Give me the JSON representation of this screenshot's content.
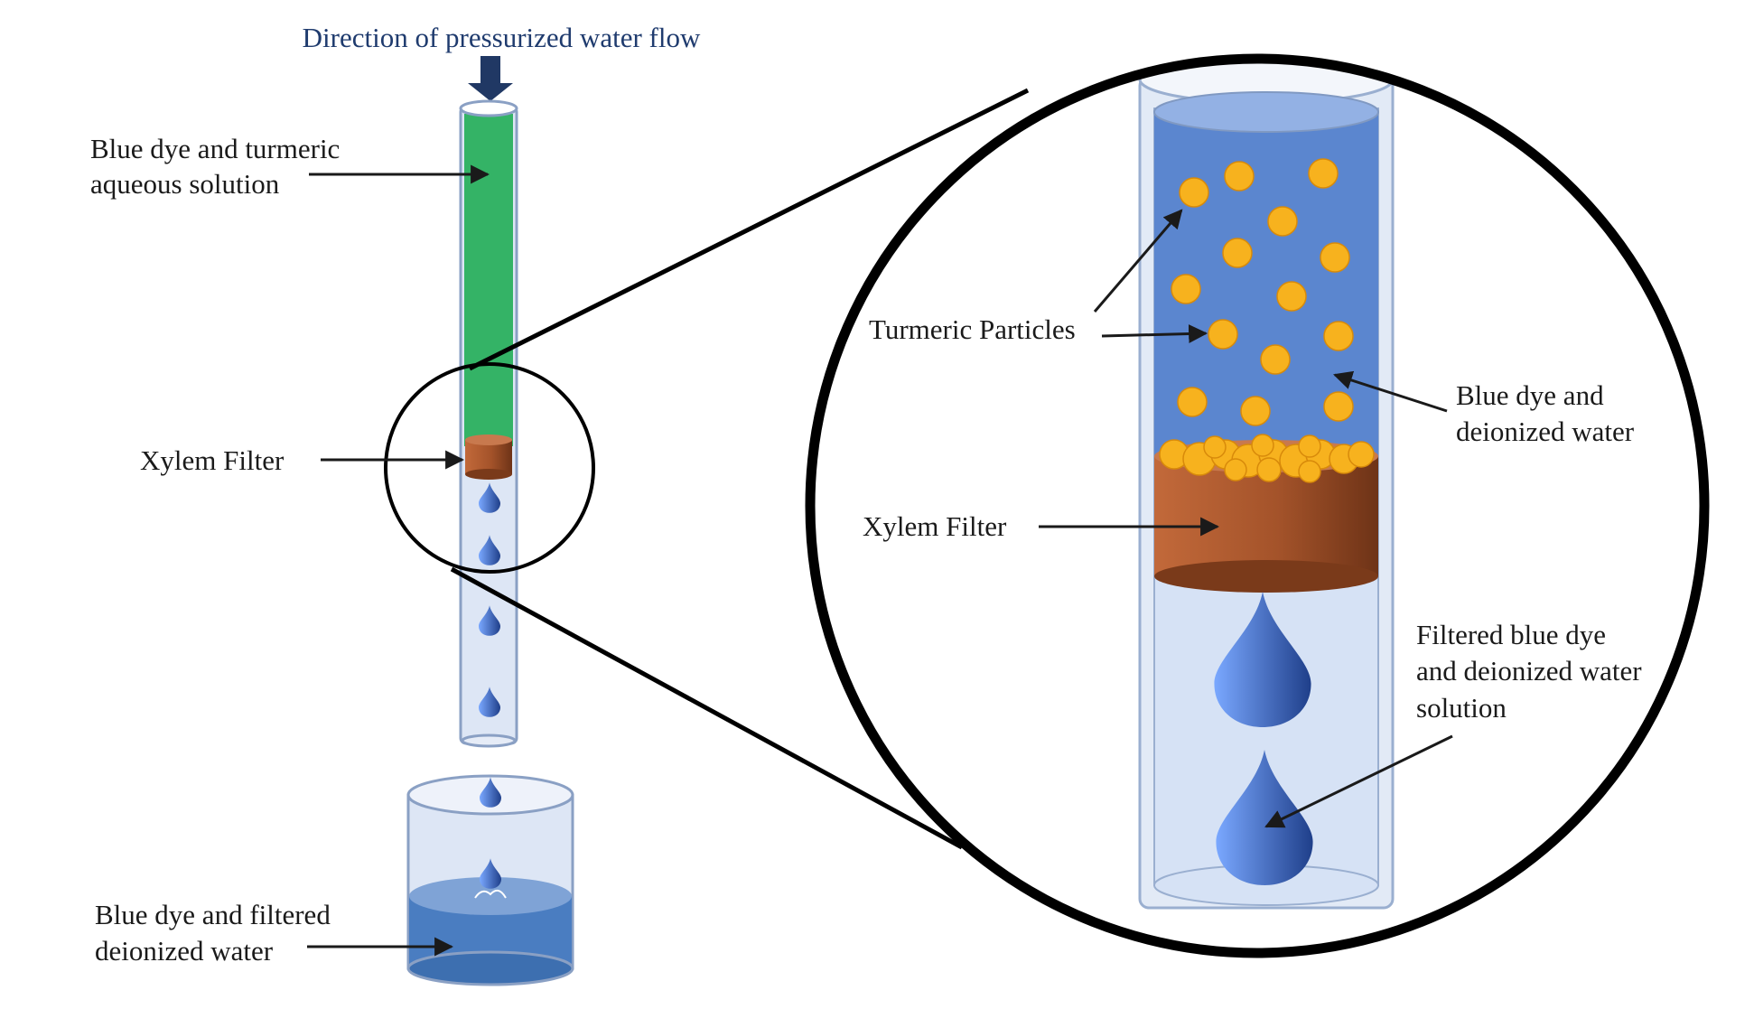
{
  "title": "Direction of pressurized water flow",
  "colors": {
    "solution_green": "#34b366",
    "blue_water": "#4f7bc9",
    "turmeric": "#f7b21e",
    "filter_brown": "#a4532a",
    "arrow_navy": "#203864"
  },
  "left_labels": {
    "solution_line1": "Blue dye and turmeric",
    "solution_line2": "aqueous solution",
    "filter": "Xylem Filter",
    "collected_line1": "Blue dye and filtered",
    "collected_line2": "deionized water"
  },
  "zoom_labels": {
    "particles": "Turmeric Particles",
    "blue_line1": "Blue dye and",
    "blue_line2": "deionized water",
    "filter": "Xylem Filter",
    "filtered_line1": "Filtered blue dye",
    "filtered_line2": "and deionized water",
    "filtered_line3": "solution"
  }
}
